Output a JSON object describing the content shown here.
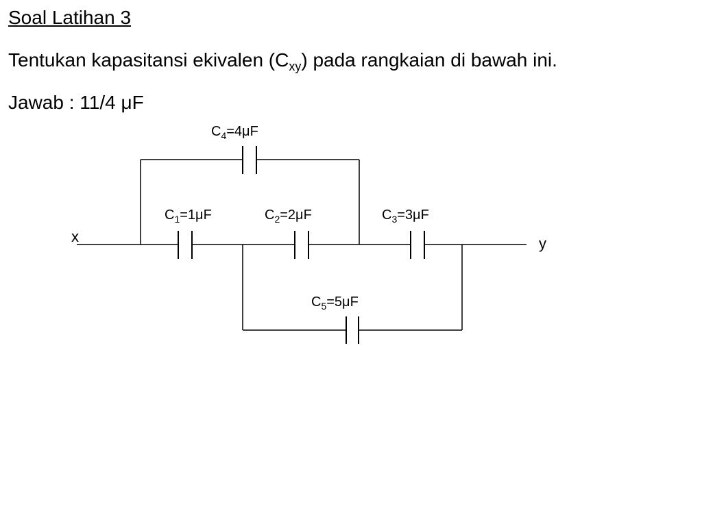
{
  "title": "Soal Latihan 3",
  "question": {
    "before": "Tentukan kapasitansi ekivalen (C",
    "subscript": "xy",
    "after": ") pada rangkaian di bawah ini."
  },
  "answer": "Jawab : 11/4 μF",
  "circuit": {
    "terminal_x": "x",
    "terminal_y": "y",
    "capacitors": [
      {
        "name": "C",
        "index": "4",
        "value": "=4μF"
      },
      {
        "name": "C",
        "index": "1",
        "value": "=1μF"
      },
      {
        "name": "C",
        "index": "2",
        "value": "=2μF"
      },
      {
        "name": "C",
        "index": "3",
        "value": "=3μF"
      },
      {
        "name": "C",
        "index": "5",
        "value": "=5μF"
      }
    ]
  }
}
